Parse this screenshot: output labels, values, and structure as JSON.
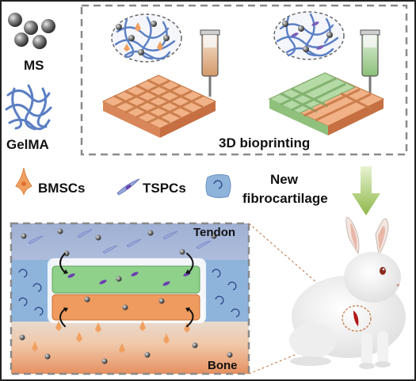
{
  "legend": {
    "ms_label": "MS",
    "gelma_label": "GelMA",
    "bmscs_label": "BMSCs",
    "tspcs_label": "TSPCs",
    "new_fibrocartilage_label_line1": "New",
    "new_fibrocartilage_label_line2": "fibrocartilage"
  },
  "printing_panel": {
    "label": "3D bioprinting"
  },
  "interface_panel": {
    "tendon_label": "Tendon",
    "bone_label": "Bone"
  },
  "colors": {
    "scaffold_orange": "#f0a070",
    "scaffold_green": "#a8d49a",
    "gelma_blue": "#5b7fc4",
    "fibrocartilage_blue": "#8fb4dc",
    "tendon_bg": "#b8c4dc",
    "bone_bg": "#e8a070",
    "arrow_green": "#9cbf5a"
  }
}
